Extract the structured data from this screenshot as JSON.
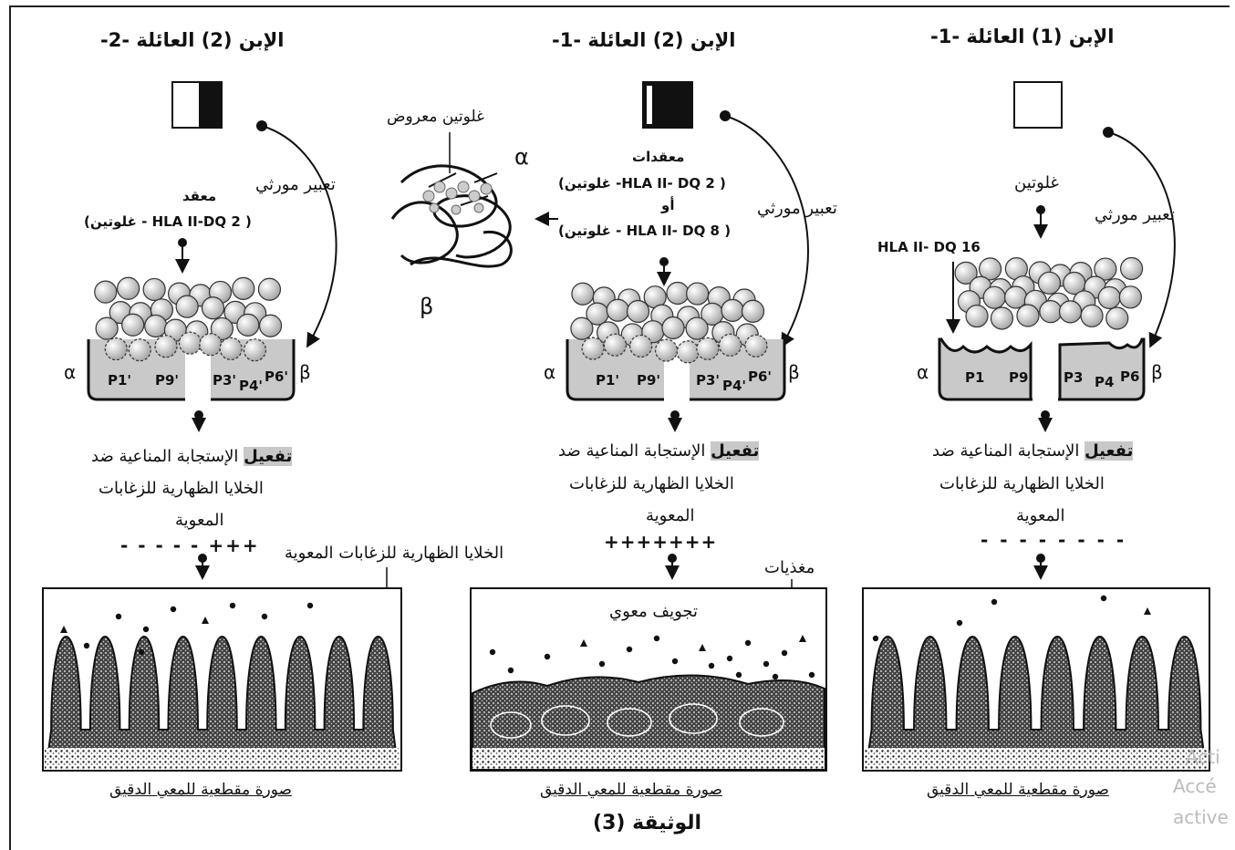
{
  "columns": [
    {
      "id": "son1-family1",
      "title": "الإبن (1) العائلة -1-",
      "expression_label": "تعبير مورثي",
      "gluten_label": "غلوتين",
      "hla_label": "HLA II- DQ 16",
      "pockets": [
        "P1",
        "P9",
        "P3",
        "P4",
        "P6"
      ],
      "activation_word": "تفعيل",
      "response_text": "الإستجابة المناعية ضد",
      "response_line2": "الخلايا الظهارية للزغابات",
      "response_line3": "المعوية",
      "signs": "- - - - - - - -",
      "caption": "صورة مقطعية للمعي الدقيق"
    },
    {
      "id": "son2-family1",
      "title": "الإبن (2) العائلة -1-",
      "expression_label": "تعبير مورثي",
      "complex_title": "معقدات",
      "complex_line1": "( HLA II- DQ 2- غلوتين)",
      "complex_or": "أو",
      "complex_line2": "( HLA II- DQ 8 - غلوتين)",
      "pockets": [
        "P1'",
        "P9'",
        "P3'",
        "P4'",
        "P6'"
      ],
      "activation_word": "تفعيل",
      "response_text": "الإستجابة المناعية ضد",
      "response_line2": "الخلايا الظهارية للزغابات",
      "response_line3": "المعوية",
      "signs": "+++++++",
      "lumen_label": "تجويف معوي",
      "nutrients_label": "مغذيات",
      "caption": "صورة مقطعية للمعي الدقيق"
    },
    {
      "id": "son2-family2",
      "title": "الإبن (2) العائلة -2-",
      "expression_label": "تعبير مورثي",
      "complex_title": "معقد",
      "complex_line1": "( HLA II-DQ 2 - غلوتين)",
      "pockets": [
        "P1'",
        "P9'",
        "P3'",
        "P4'",
        "P6'"
      ],
      "activation_word": "تفعيل",
      "response_text": "الإستجابة المناعية ضد",
      "response_line2": "الخلايا الظهارية للزغابات",
      "response_line3": "المعوية",
      "signs": "- - - - - +++",
      "epithelial_label": "الخلايا الظهارية للزغابات المعوية",
      "caption": "صورة مقطعية للمعي الدقيق"
    }
  ],
  "protein": {
    "label": "غلوتين معروض",
    "alpha": "α",
    "beta": "β"
  },
  "greek": {
    "alpha": "α",
    "beta": "β"
  },
  "document_title": "الوثيقة (3)",
  "watermark": [
    "Acti",
    "Accé",
    "active"
  ],
  "colors": {
    "membrane": "#c9c9c9",
    "ball": "#d4d4d4",
    "ink": "#111111"
  }
}
